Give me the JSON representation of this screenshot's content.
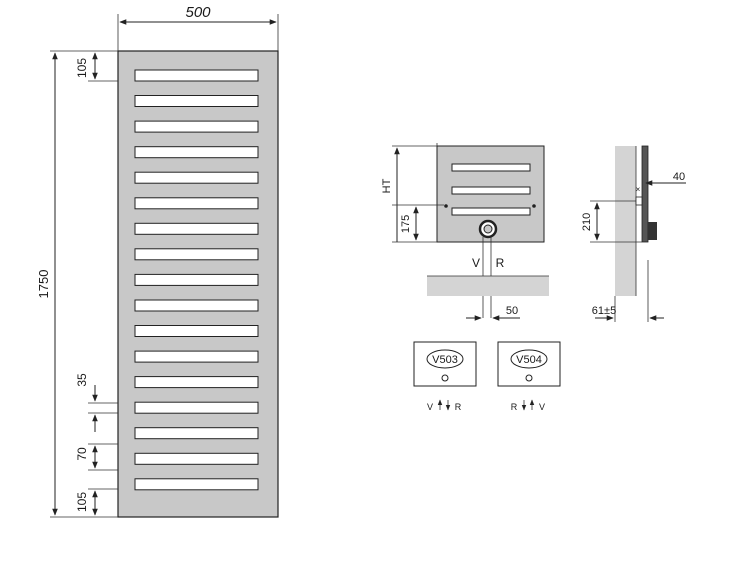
{
  "front_view": {
    "width_label": "500",
    "height_label": "1750",
    "top_gap_label": "105",
    "slot_gap_label": "35",
    "group_gap_label": "70",
    "bottom_gap_label": "105",
    "slot_count": 17
  },
  "detail_view": {
    "ht_label": "HT",
    "connection_height_label": "175",
    "supply_label": "V",
    "return_label": "R",
    "offset_label": "50"
  },
  "side_view": {
    "depth_label": "40",
    "bracket_height_label": "210",
    "wall_distance_label": "61±5"
  },
  "valves": [
    {
      "label": "V503",
      "legend_left": "V",
      "legend_right": "R"
    },
    {
      "label": "V504",
      "legend_left": "R",
      "legend_right": "V"
    }
  ],
  "colors": {
    "panel": "#c8c8c8",
    "stroke": "#222222",
    "floor": "#d4d4d4"
  }
}
